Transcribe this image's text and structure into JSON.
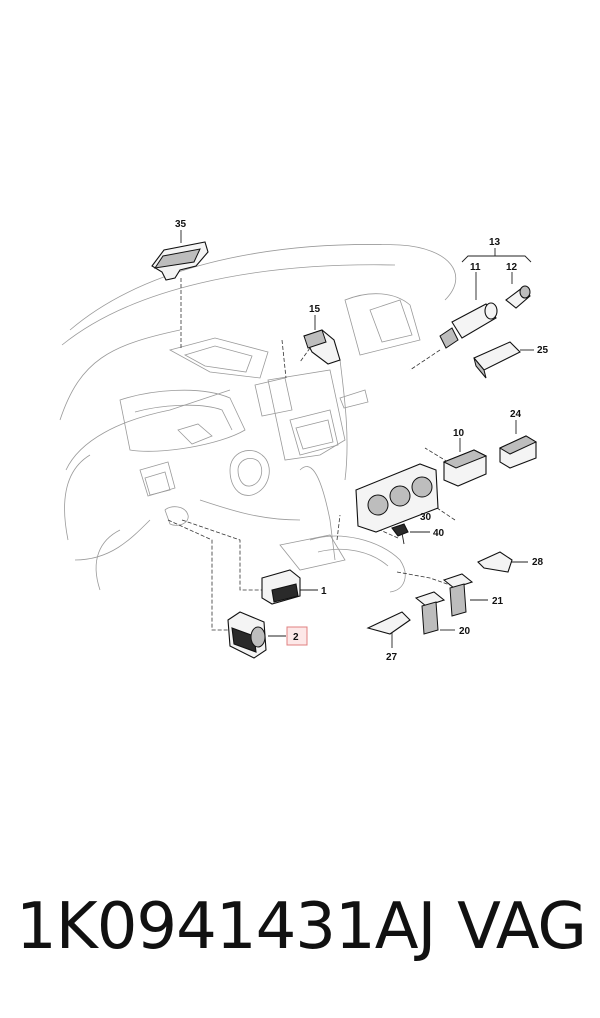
{
  "diagram": {
    "callouts": {
      "c35": "35",
      "c13": "13",
      "c11": "11",
      "c12": "12",
      "c15": "15",
      "c25": "25",
      "c24": "24",
      "c10": "10",
      "c30": "30",
      "c40": "40",
      "c28": "28",
      "c1": "1",
      "c21": "21",
      "c2": "2",
      "c20": "20",
      "c27": "27"
    },
    "highlight_color": "#e08080"
  },
  "footer": {
    "part_number": "1K0941431AJ",
    "brand": "VAG"
  }
}
